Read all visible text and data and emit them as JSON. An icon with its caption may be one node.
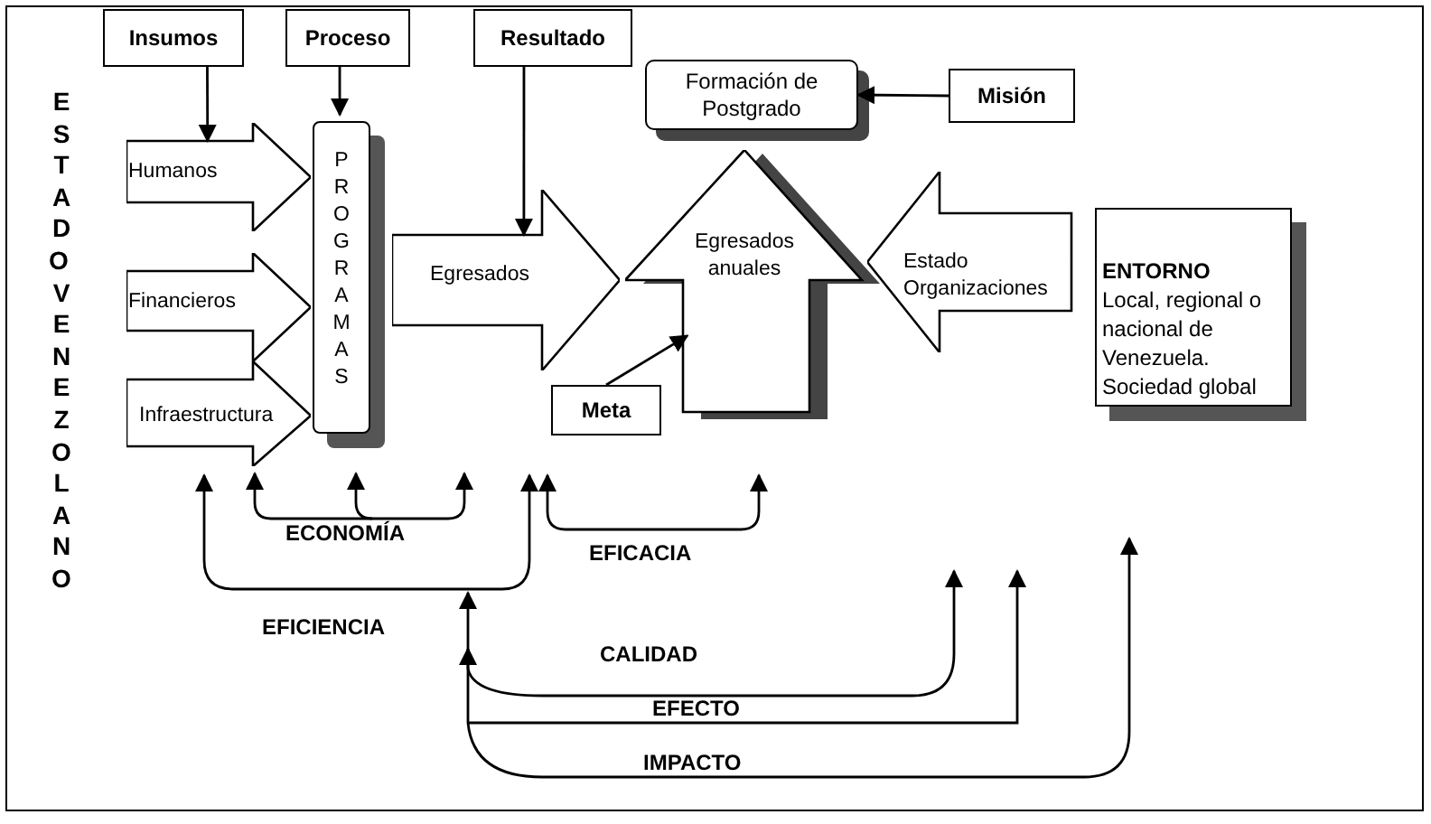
{
  "diagram": {
    "nodes": [
      {
        "text": [
          "Insumos"
        ]
      },
      {
        "text": [
          "Proceso"
        ]
      },
      {
        "text": [
          "Resultado"
        ]
      },
      {
        "text": [
          "Humanos"
        ]
      },
      {
        "text": [
          "Financieros"
        ]
      },
      {
        "text": [
          "Infraestructura"
        ]
      },
      {
        "text": [
          "PROGRAMAS"
        ]
      },
      {
        "text": [
          "Egresados"
        ]
      },
      {
        "text": [
          "Egresados anuales"
        ]
      },
      {
        "text": [
          "Formación de Postgrado"
        ]
      },
      {
        "text": [
          "Misión"
        ]
      },
      {
        "text": [
          "Estado Organizaciones"
        ]
      },
      {
        "text": [
          "ENTORNO",
          "Local, regional o nacional de Venezuela. Sociedad global"
        ]
      },
      {
        "text": [
          "Meta"
        ]
      }
    ],
    "edges": [
      {
        "from": 0,
        "to": 3,
        "arrow": "to"
      },
      {
        "from": 1,
        "to": 6,
        "arrow": "to"
      },
      {
        "from": 2,
        "to": 7,
        "arrow": "to"
      },
      {
        "from": 10,
        "to": 9,
        "arrow": "to"
      },
      {
        "from": 13,
        "to": 8,
        "arrow": "to"
      }
    ],
    "labels": [
      "ESTADO VENEZOLANO",
      "ECONOMÍA",
      "EFICACIA",
      "EFICIENCIA",
      "CALIDAD",
      "EFECTO",
      "IMPACTO"
    ]
  }
}
